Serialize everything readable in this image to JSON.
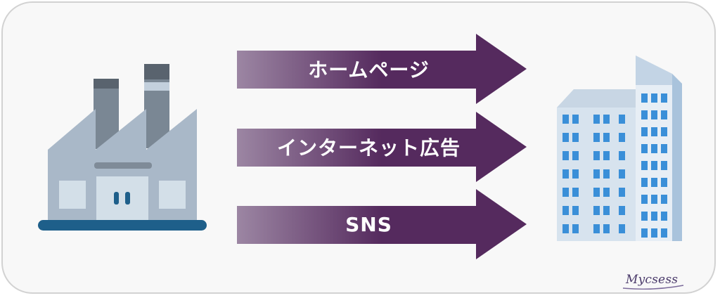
{
  "arrows": [
    {
      "label": "ホームページ"
    },
    {
      "label": "インターネット広告"
    },
    {
      "label": "SNS"
    }
  ],
  "logo": {
    "text": "Mycsess"
  },
  "colors": {
    "arrow_dark": "#552a5e",
    "arrow_light": "#9c86a3",
    "frame_bg": "#f8f8f8",
    "factory_wall": "#a9b8c8",
    "factory_base": "#1e5f8a",
    "building_window": "#3a8fd8"
  }
}
